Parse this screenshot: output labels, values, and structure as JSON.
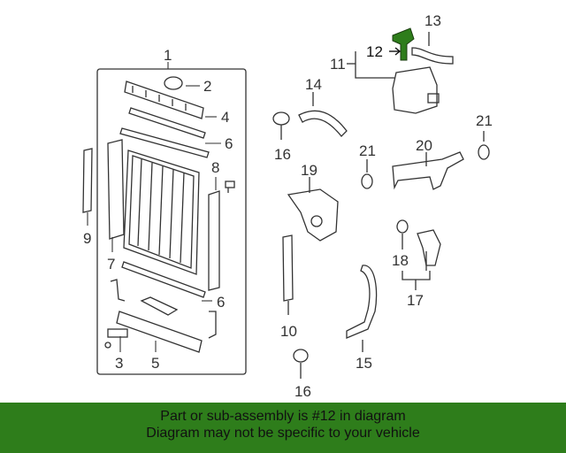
{
  "callouts": [
    "1",
    "2",
    "3",
    "4",
    "5",
    "6",
    "6",
    "7",
    "8",
    "9",
    "10",
    "11",
    "12",
    "13",
    "14",
    "15",
    "16",
    "16",
    "17",
    "18",
    "19",
    "20",
    "21",
    "21"
  ],
  "banner": {
    "line1": "Part or sub-assembly is #12 in diagram",
    "line2": "Diagram may not be specific to your vehicle"
  },
  "colors": {
    "highlight": "#2e7d1b",
    "line": "#333333"
  }
}
